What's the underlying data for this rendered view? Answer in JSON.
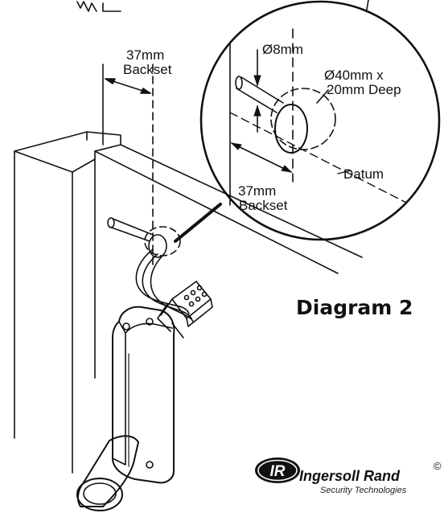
{
  "diagram": {
    "title": "Diagram 2",
    "labels": {
      "backset_top_value": "37mm",
      "backset_top_text": "Backset",
      "dia_8": "Ø8mm",
      "dia_40_line1": "Ø40mm x",
      "dia_40_line2": "20mm Deep",
      "datum": "Datum",
      "backset_detail_value": "37mm",
      "backset_detail_text": "Backset"
    }
  },
  "brand": {
    "logo_letters": "IR",
    "name": "Ingersoll Rand",
    "copyright": "©",
    "subtitle": "Security Technologies"
  }
}
